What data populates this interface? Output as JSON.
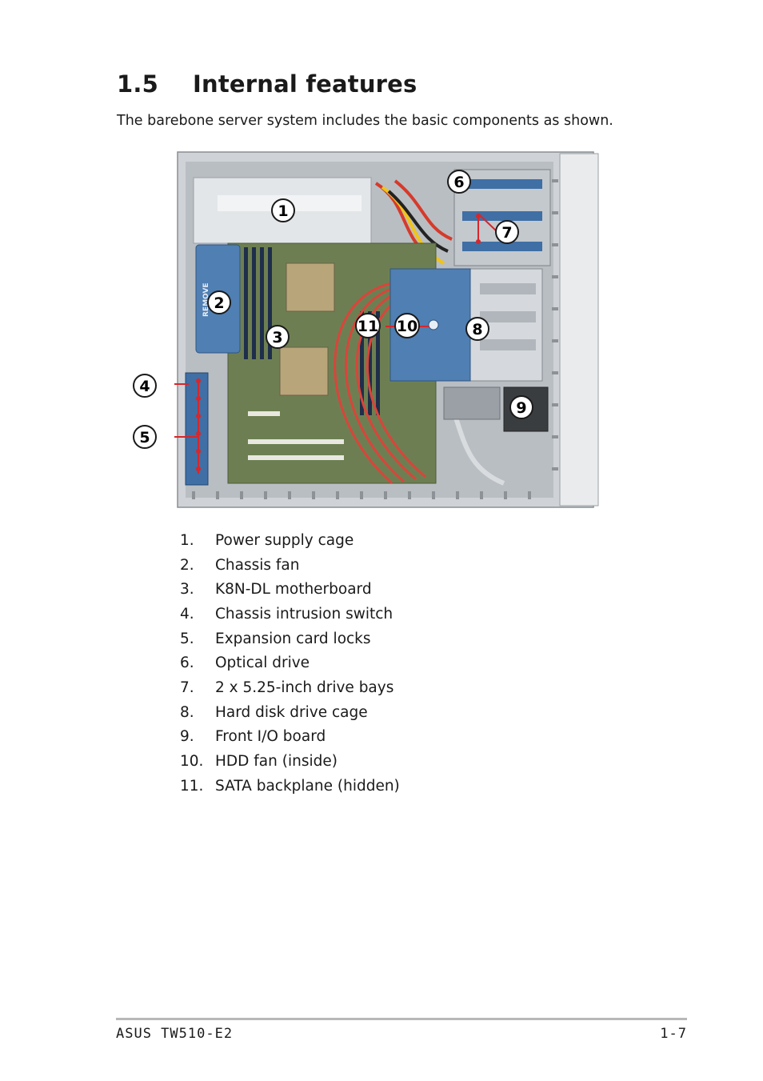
{
  "section": {
    "number": "1.5",
    "title": "Internal features"
  },
  "intro": "The barebone server system includes the basic components as shown.",
  "callouts": [
    "1",
    "2",
    "3",
    "4",
    "5",
    "6",
    "7",
    "8",
    "9",
    "10",
    "11"
  ],
  "components": [
    {
      "n": "1.",
      "label": "Power supply cage"
    },
    {
      "n": "2.",
      "label": "Chassis fan"
    },
    {
      "n": "3.",
      "label": "K8N-DL motherboard"
    },
    {
      "n": "4.",
      "label": "Chassis intrusion switch"
    },
    {
      "n": "5.",
      "label": "Expansion card locks"
    },
    {
      "n": "6.",
      "label": "Optical drive"
    },
    {
      "n": "7.",
      "label": "2 x 5.25-inch drive bays"
    },
    {
      "n": "8.",
      "label": "Hard disk drive cage"
    },
    {
      "n": "9.",
      "label": "Front I/O board"
    },
    {
      "n": "10.",
      "label": "HDD fan (inside)"
    },
    {
      "n": "11.",
      "label": "SATA backplane (hidden)"
    }
  ],
  "fan_label": "REMOVE",
  "footer": {
    "left": "ASUS TW510-E2",
    "right": "1-7"
  },
  "colors": {
    "callout_line": "#d8262a",
    "fan_blue": "#4f7fb3",
    "chassis": "#d9dcdf"
  }
}
